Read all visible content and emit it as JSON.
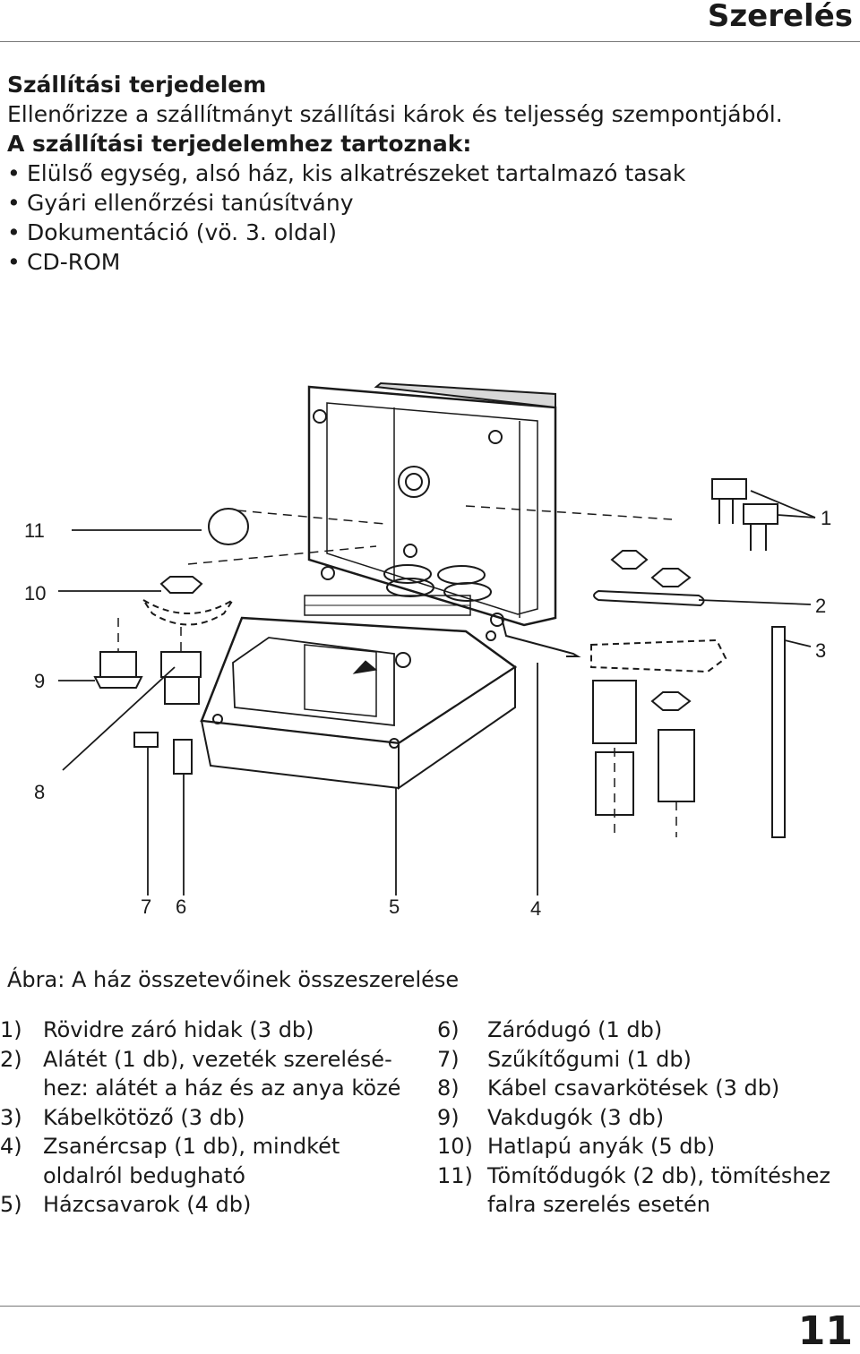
{
  "header": {
    "section_title": "Szerelés"
  },
  "delivery": {
    "heading": "Szállítási terjedelem",
    "check_text": "Ellenőrizze a szállítmányt szállítási károk és teljesség szempontjából.",
    "includes_heading": "A szállítási terjedelemhez tartoznak:",
    "bullets": [
      "Elülső egység, alsó ház, kis alkatrészeket tartalmazó tasak",
      "Gyári ellenőrzési tanúsítvány",
      "Dokumentáció (vö. 3. oldal)",
      "CD-ROM"
    ]
  },
  "figure": {
    "callouts": [
      "1",
      "2",
      "3",
      "4",
      "5",
      "6",
      "7",
      "8",
      "9",
      "10",
      "11"
    ],
    "caption": "Ábra: A ház összetevőinek összeszerelése"
  },
  "parts_left": [
    {
      "num": "1)",
      "text": "Rövidre záró hidak (3 db)"
    },
    {
      "num": "2)",
      "text": "Alátét (1 db), vezeték szerelésé-"
    },
    {
      "num": "",
      "text": "hez: alátét a ház és az anya közé"
    },
    {
      "num": "3)",
      "text": "Kábelkötöző (3 db)"
    },
    {
      "num": "4)",
      "text": "Zsanércsap (1 db), mindkét"
    },
    {
      "num": "",
      "text": "oldalról bedugható"
    },
    {
      "num": "5)",
      "text": "Házcsavarok (4 db)"
    }
  ],
  "parts_right": [
    {
      "num": "6)",
      "text": "Záródugó (1 db)"
    },
    {
      "num": "7)",
      "text": "Szűkítőgumi (1 db)"
    },
    {
      "num": "8)",
      "text": "Kábel csavarkötések (3 db)"
    },
    {
      "num": "9)",
      "text": "Vakdugók (3 db)"
    },
    {
      "num": "10)",
      "text": "Hatlapú anyák (5 db)"
    },
    {
      "num": "11)",
      "text": "Tömítődugók (2 db), tömítéshez"
    },
    {
      "num": "",
      "text": "falra szerelés esetén"
    }
  ],
  "footer": {
    "page_number": "11"
  }
}
